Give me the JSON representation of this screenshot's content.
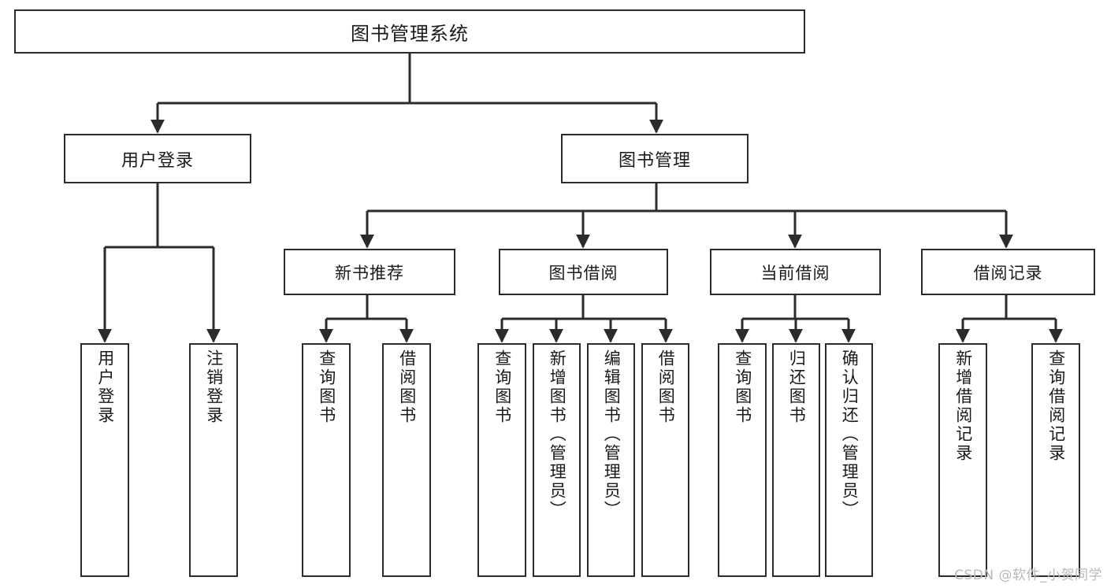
{
  "diagram": {
    "title": "图书管理系统",
    "type": "tree",
    "watermark": "CSDN @软件_小贺同学",
    "colors": {
      "background": "#ffffff",
      "border": "#2b2b2b",
      "text": "#1a1a1a",
      "edge": "#2b2b2b",
      "watermark": "#b9b9b9"
    },
    "root": {
      "label": "图书管理系统"
    },
    "level1": [
      {
        "label": "用户登录"
      },
      {
        "label": "图书管理"
      }
    ],
    "level2": [
      {
        "label": "新书推荐"
      },
      {
        "label": "图书借阅"
      },
      {
        "label": "当前借阅"
      },
      {
        "label": "借阅记录"
      }
    ],
    "leaves": {
      "user_login": [
        {
          "label": "用户登录"
        },
        {
          "label": "注销登录"
        }
      ],
      "new_book_recommend": [
        {
          "label": "查询图书"
        },
        {
          "label": "借阅图书"
        }
      ],
      "book_borrow": [
        {
          "label": "查询图书"
        },
        {
          "label": "新增图书（管理员）"
        },
        {
          "label": "编辑图书（管理员）"
        },
        {
          "label": "借阅图书"
        }
      ],
      "current_borrow": [
        {
          "label": "查询图书"
        },
        {
          "label": "归还图书"
        },
        {
          "label": "确认归还（管理员）"
        }
      ],
      "borrow_record": [
        {
          "label": "新增借阅记录"
        },
        {
          "label": "查询借阅记录"
        }
      ]
    }
  }
}
